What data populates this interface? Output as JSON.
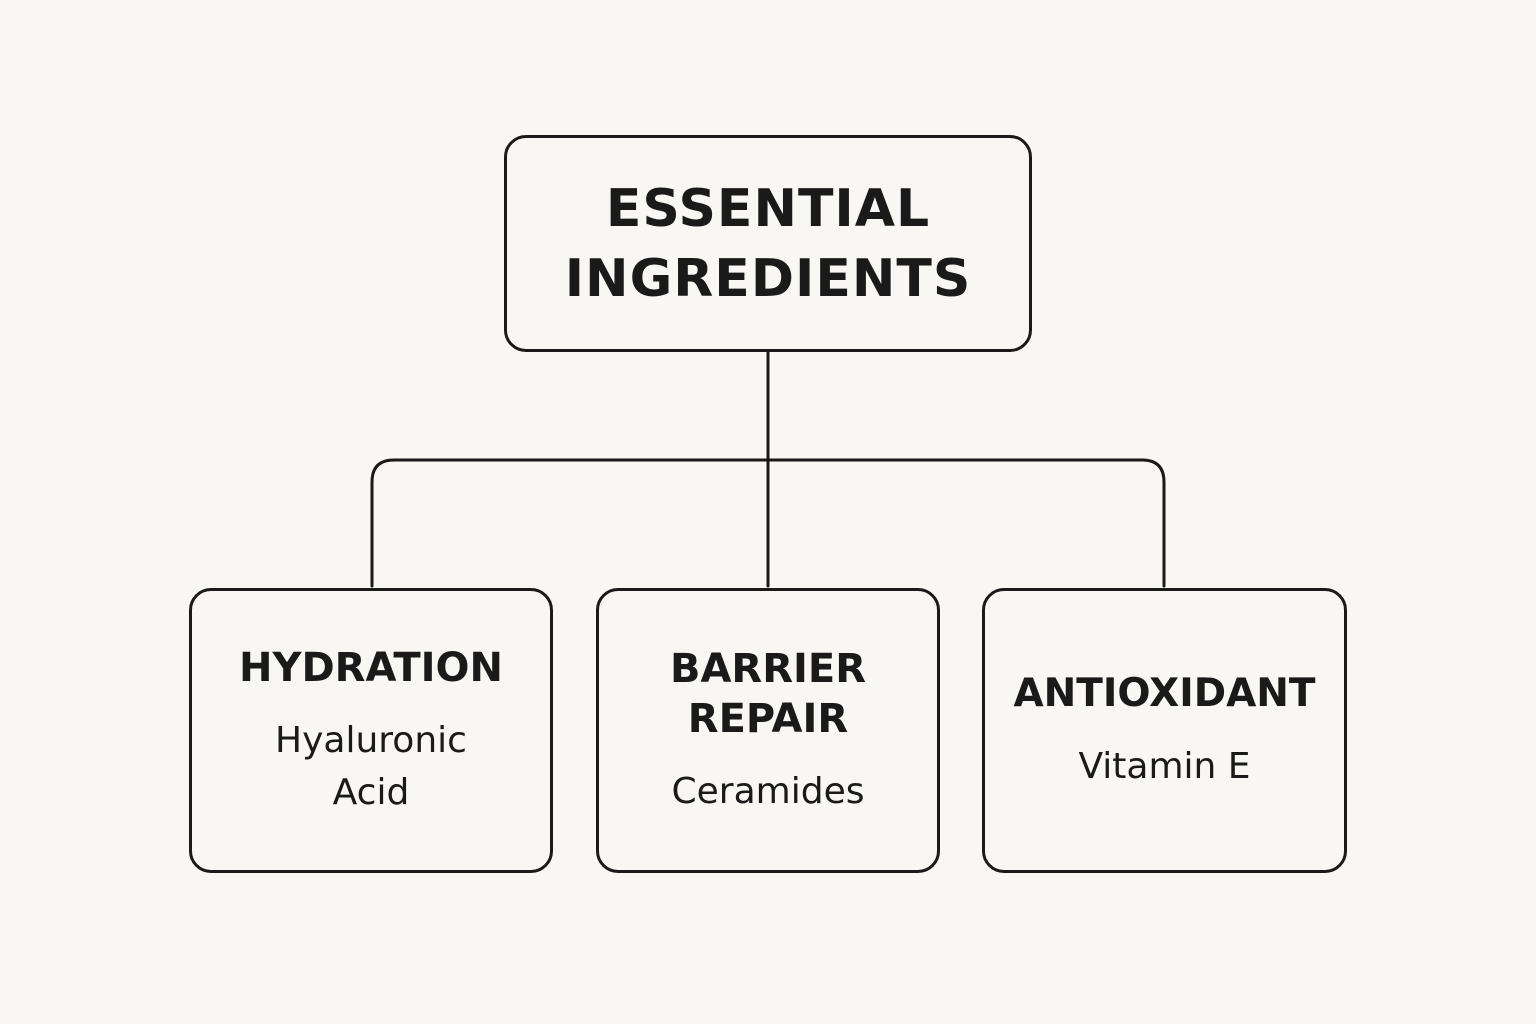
{
  "diagram": {
    "root": {
      "label": "ESSENTIAL\nINGREDIENTS"
    },
    "children": [
      {
        "title": "HYDRATION",
        "detail": "Hyaluronic\nAcid"
      },
      {
        "title": "BARRIER\nREPAIR",
        "detail": "Ceramides"
      },
      {
        "title": "ANTIOXIDANT",
        "detail": "Vitamin E"
      }
    ]
  },
  "colors": {
    "background": "#f8f7f3",
    "stroke": "#1a1a1a",
    "text": "#1a1a1a"
  }
}
